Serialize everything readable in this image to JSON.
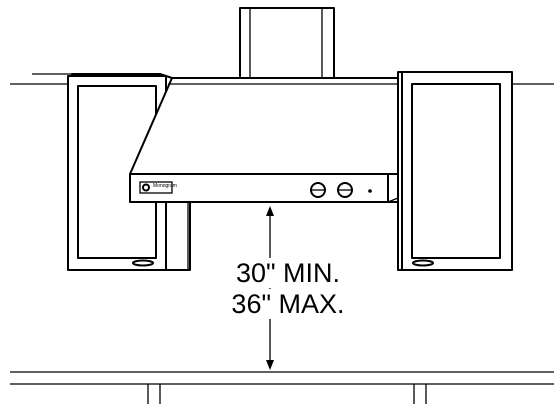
{
  "dimension_label": {
    "min": "30\" MIN.",
    "max": "36\" MAX."
  },
  "brand_badge": "Monogram"
}
